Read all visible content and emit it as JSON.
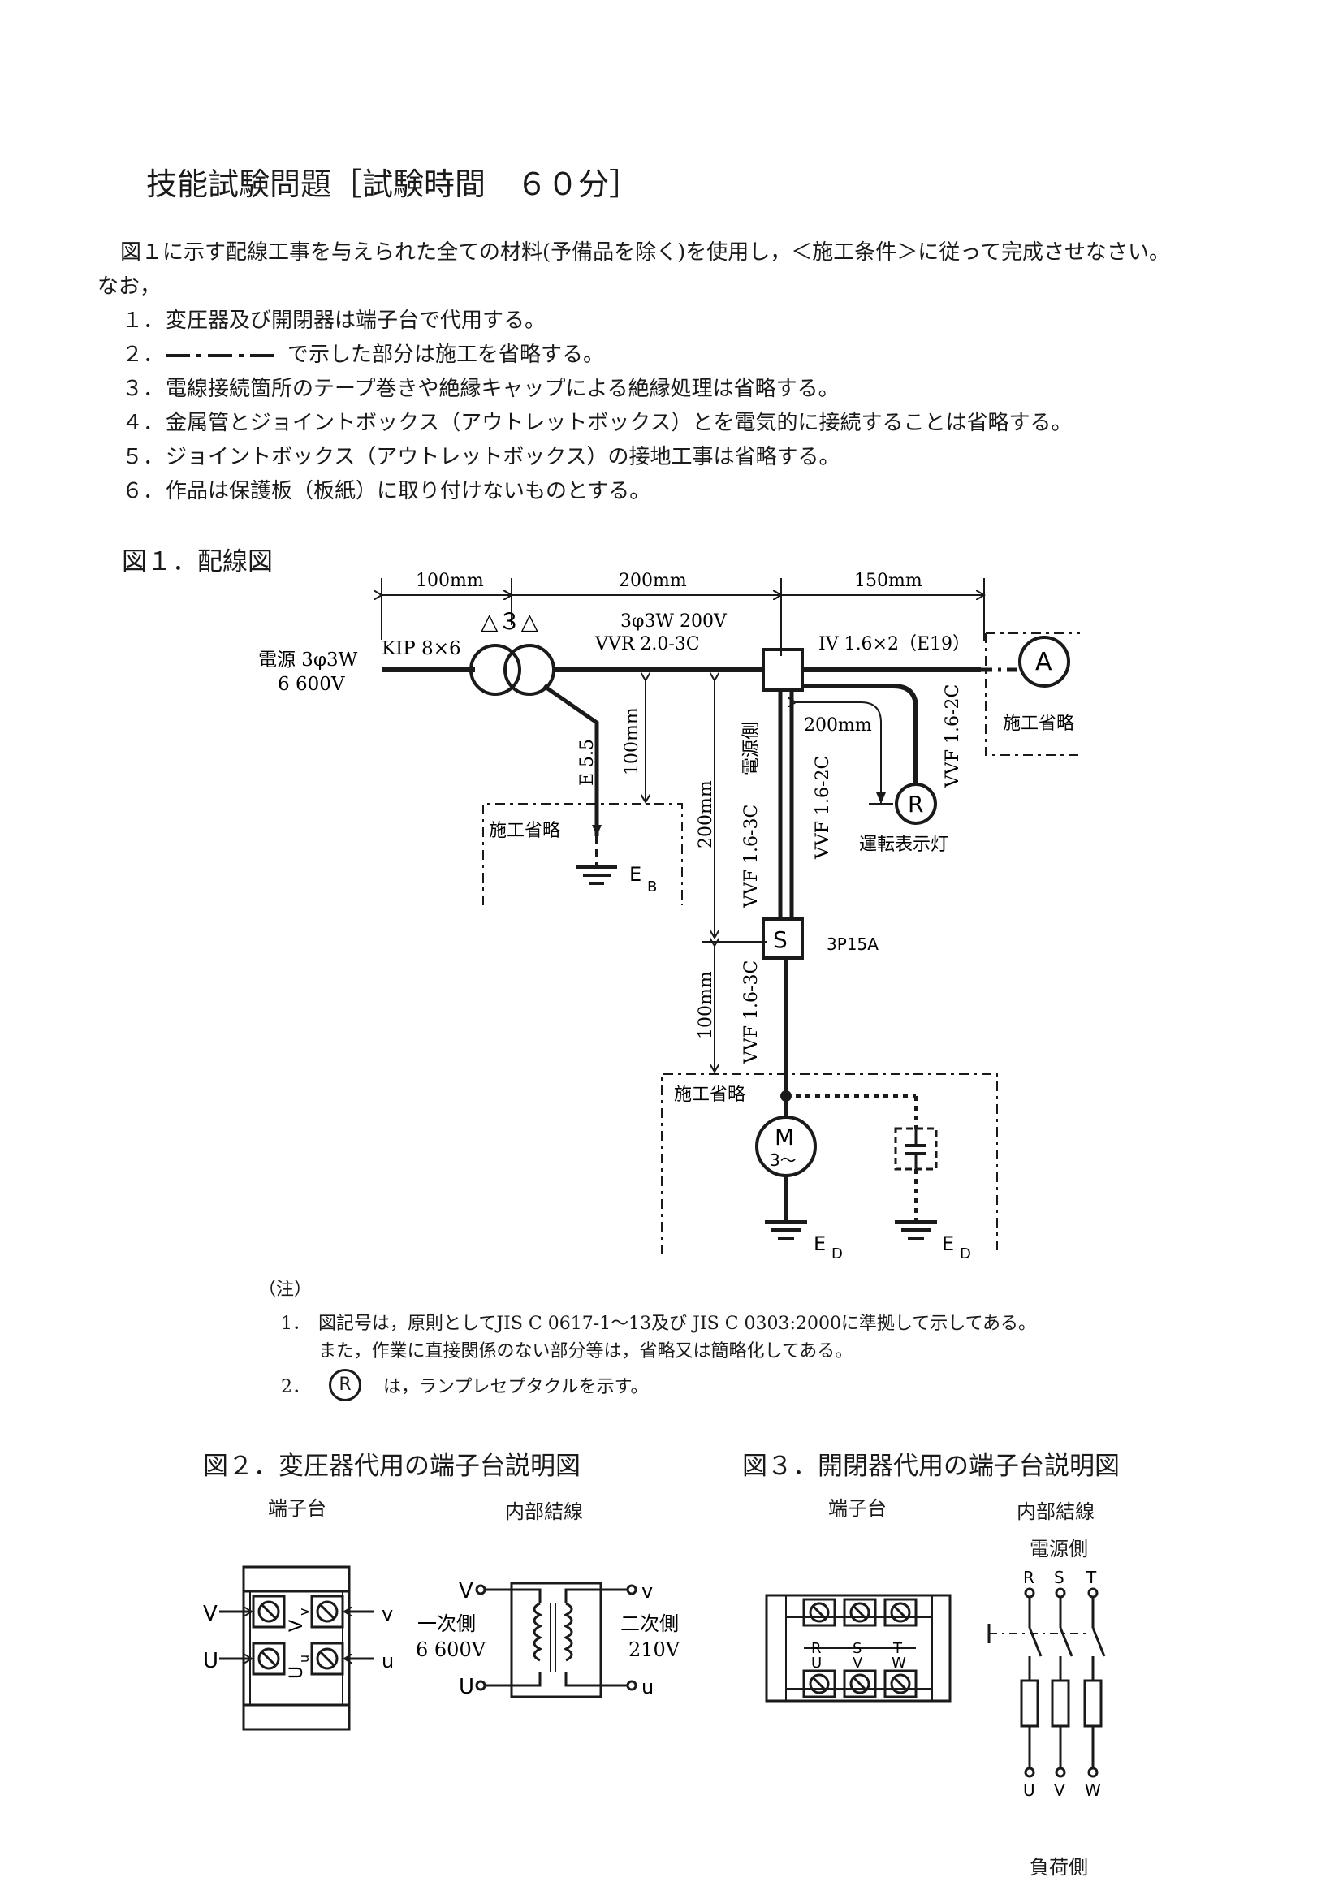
{
  "header": {
    "title": "技能試験問題［試験時間　６０分］"
  },
  "intro": {
    "line1": "図１に示す配線工事を与えられた全ての材料(予備品を除く)を使用し，＜施工条件＞に従って完成させなさい。",
    "line2": "なお，"
  },
  "notes": [
    {
      "num": "１．",
      "text": "変圧器及び開閉器は端子台で代用する。"
    },
    {
      "num": "２．",
      "text": "で示した部分は施工を省略する。"
    },
    {
      "num": "３．",
      "text": "電線接続箇所のテープ巻きや絶縁キャップによる絶縁処理は省略する。"
    },
    {
      "num": "４．",
      "text": "金属管とジョイントボックス（アウトレットボックス）とを電気的に接続することは省略する。"
    },
    {
      "num": "５．",
      "text": "ジョイントボックス（アウトレットボックス）の接地工事は省略する。"
    },
    {
      "num": "６．",
      "text": "作品は保護板（板紙）に取り付けないものとする。"
    }
  ],
  "fig1": {
    "title": "図１．配線図",
    "dim_100": "100mm",
    "dim_200": "200mm",
    "dim_150": "150mm",
    "transformer_mark": "△３△",
    "power_label_1": "電源 3φ3W",
    "power_label_2": "6 600V",
    "kip": "KIP 8×6",
    "secondary_1": "3φ3W 200V",
    "secondary_2": "VVR 2.0-3C",
    "iv": "IV 1.6×2（E19）",
    "a_symbol": "A",
    "omit_a": "施工省略",
    "e55": "E 5.5",
    "dim_100_vert": "100mm",
    "omit_eb": "施工省略",
    "eb": "E",
    "eb_sub": "B",
    "dim_200_vert": "200mm",
    "vvf_left": "VVF 1.6-3C",
    "source_side": "電源側",
    "vvf_mid": "VVF 1.6-2C",
    "dim_200_r": "200mm",
    "vvf_right": "VVF 1.6-2C",
    "r_symbol": "R",
    "lamp_label": "運転表示灯",
    "s_symbol": "S",
    "breaker": "3P15A",
    "dim_100_low": "100mm",
    "vvf_low": "VVF 1.6-3C",
    "omit_motor": "施工省略",
    "motor_m": "M",
    "motor_sub": "3〜",
    "ed1": "E",
    "ed1_sub": "D",
    "ed2": "E",
    "ed2_sub": "D"
  },
  "remarks": {
    "head": "（注）",
    "r1_num": "1．",
    "r1_line1": "図記号は，原則としてJIS C 0617-1～13及び JIS C 0303:2000に準拠して示してある。",
    "r1_line2": "また，作業に直接関係のない部分等は，省略又は簡略化してある。",
    "r2_num": "2．",
    "r2_symbol": "R",
    "r2_text": "は，ランプレセプタクルを示す。"
  },
  "fig2": {
    "title": "図２．変圧器代用の端子台説明図",
    "terminal_label": "端子台",
    "wiring_label": "内部結線",
    "V": "V",
    "U": "U",
    "v": "v",
    "u": "u",
    "Vv": "V",
    "Vv_sub": "v",
    "Uu": "U",
    "Uu_sub": "u",
    "primary": "一次側",
    "primary_v": "6 600V",
    "secondary": "二次側",
    "secondary_v": "210V"
  },
  "fig3": {
    "title": "図３．開閉器代用の端子台説明図",
    "terminal_label": "端子台",
    "wiring_label": "内部結線",
    "source_side": "電源側",
    "load_side": "負荷側",
    "R": "R",
    "S": "S",
    "T": "T",
    "U": "U",
    "V": "V",
    "W": "W"
  }
}
